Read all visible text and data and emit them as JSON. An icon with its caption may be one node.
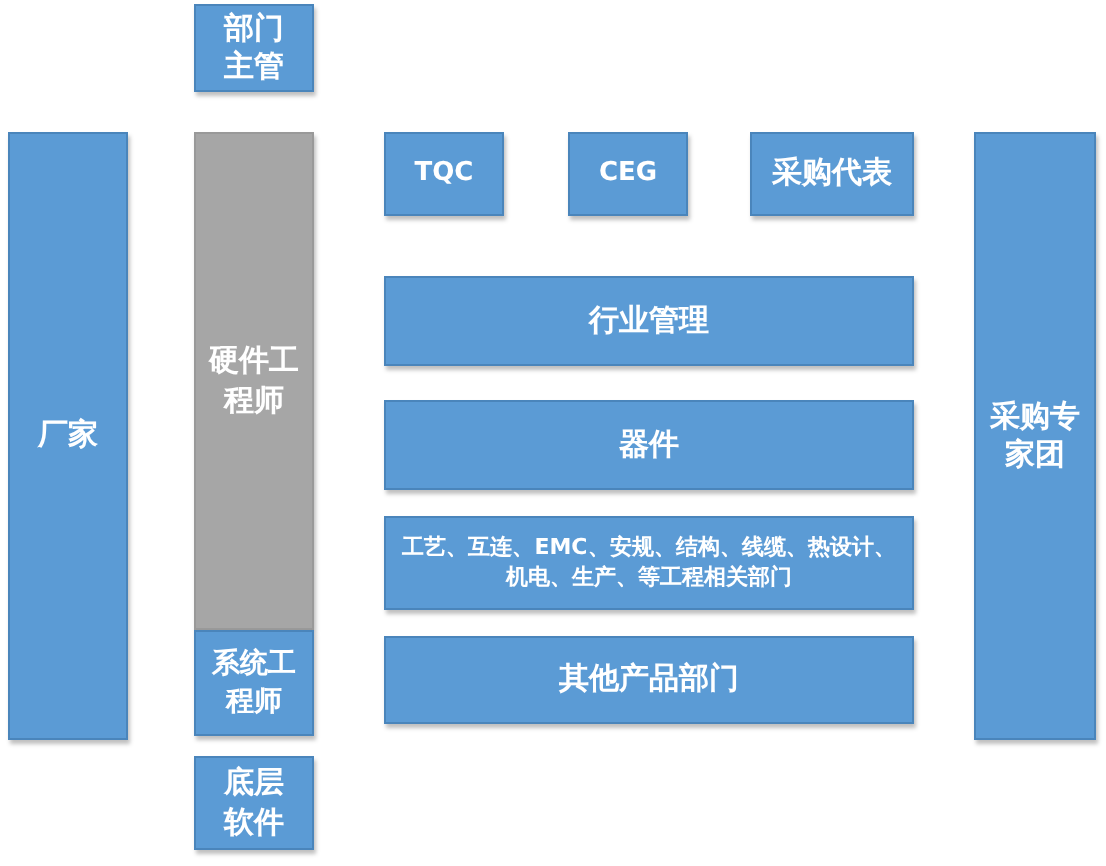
{
  "diagram": {
    "nodes": [
      {
        "text": [
          "部门主管"
        ]
      },
      {
        "text": [
          "厂家"
        ]
      },
      {
        "text": [
          "硬件工程师"
        ]
      },
      {
        "text": [
          "系统工程师"
        ]
      },
      {
        "text": [
          "底层软件"
        ]
      },
      {
        "text": [
          "TQC"
        ]
      },
      {
        "text": [
          "CEG"
        ]
      },
      {
        "text": [
          "采购代表"
        ]
      },
      {
        "text": [
          "行业管理"
        ]
      },
      {
        "text": [
          "器件"
        ]
      },
      {
        "text": [
          "工艺、互连、EMC、安规、结构、线缆、热设计、机电、生产、等工程相关部门"
        ]
      },
      {
        "text": [
          "其他产品部门"
        ]
      },
      {
        "text": [
          "采购专家团"
        ]
      }
    ]
  }
}
